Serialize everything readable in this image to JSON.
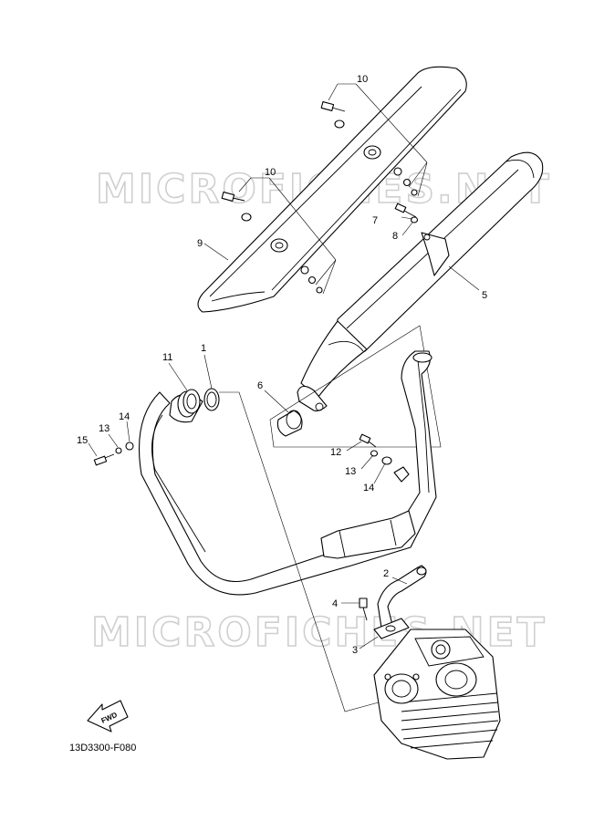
{
  "watermark": {
    "text": "MICROFICHES.NET"
  },
  "diagram_code": "13D3300-F080",
  "fwd_label": "FWD",
  "callouts": {
    "c10a": "10",
    "c10b": "10",
    "c9": "9",
    "c7": "7",
    "c8": "8",
    "c5": "5",
    "c11": "11",
    "c1": "1",
    "c6": "6",
    "c15": "15",
    "c13a": "13",
    "c14a": "14",
    "c12": "12",
    "c13b": "13",
    "c14b": "14",
    "c2": "2",
    "c4": "4",
    "c3": "3"
  }
}
